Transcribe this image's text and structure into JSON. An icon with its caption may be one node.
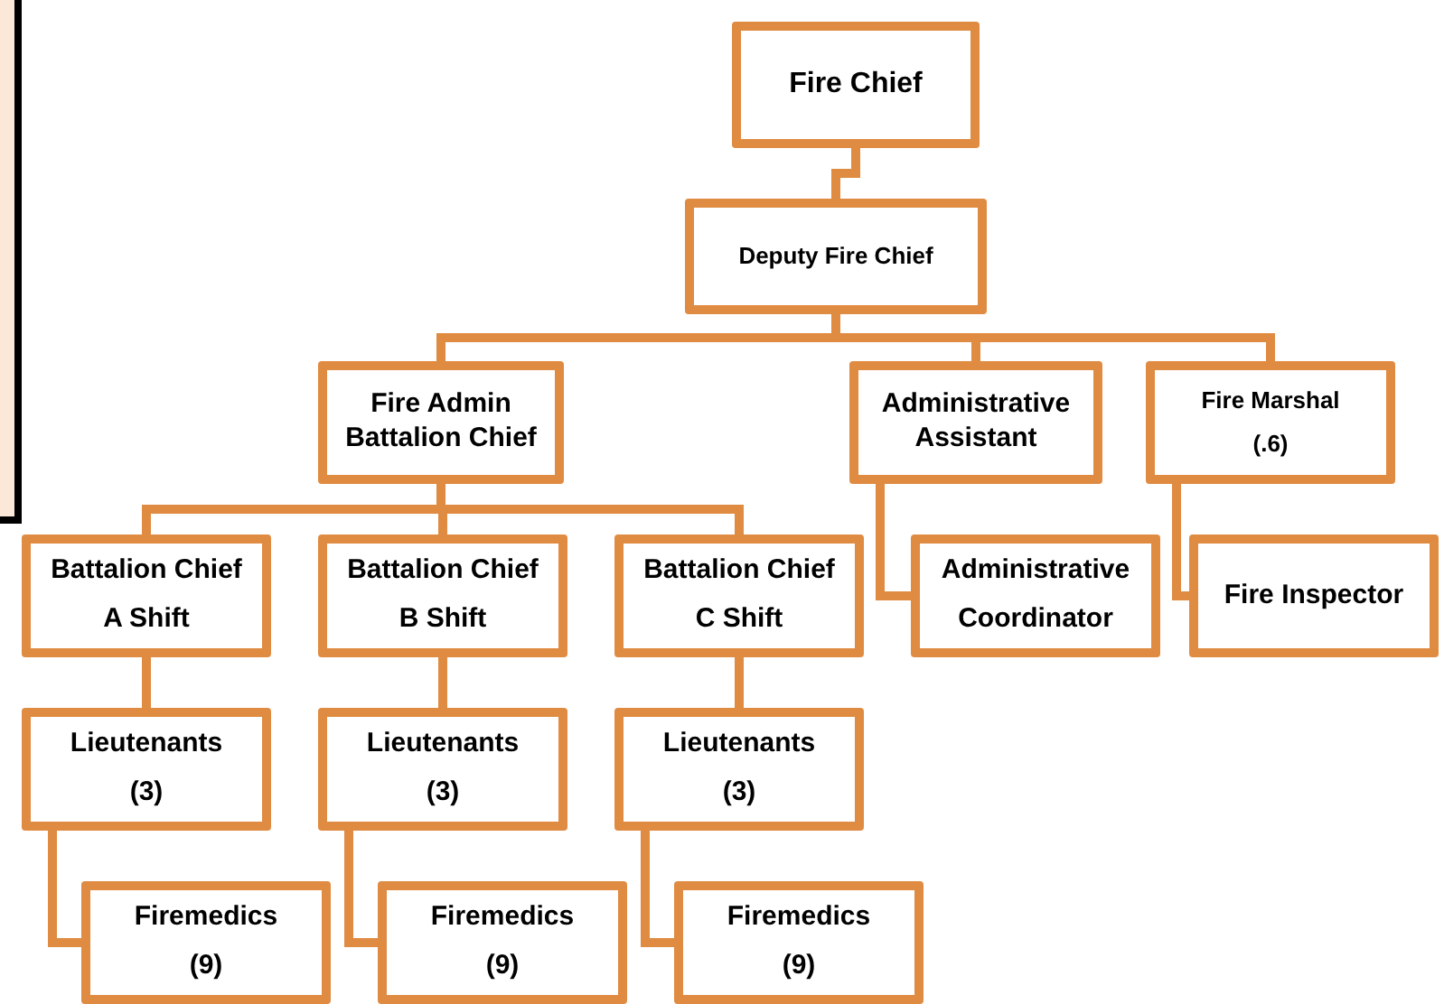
{
  "diagram": {
    "nodes": [
      {
        "text": [
          "Fire Chief"
        ]
      },
      {
        "text": [
          "Deputy Fire Chief"
        ]
      },
      {
        "text": [
          "Fire Admin Battalion Chief"
        ]
      },
      {
        "text": [
          "Administrative Assistant"
        ]
      },
      {
        "text": [
          "Fire Marshal",
          "(.6)"
        ]
      },
      {
        "text": [
          "Battalion Chief",
          "A Shift"
        ]
      },
      {
        "text": [
          "Battalion Chief",
          "B Shift"
        ]
      },
      {
        "text": [
          "Battalion Chief",
          "C Shift"
        ]
      },
      {
        "text": [
          "Administrative",
          "Coordinator"
        ]
      },
      {
        "text": [
          "Fire Inspector"
        ]
      },
      {
        "text": [
          "Lieutenants",
          "(3)"
        ]
      },
      {
        "text": [
          "Lieutenants",
          "(3)"
        ]
      },
      {
        "text": [
          "Lieutenants",
          "(3)"
        ]
      },
      {
        "text": [
          "Firemedics",
          "(9)"
        ]
      },
      {
        "text": [
          "Firemedics",
          "(9)"
        ]
      },
      {
        "text": [
          "Firemedics",
          "(9)"
        ]
      }
    ],
    "edges": [
      {
        "from": 0,
        "to": 1,
        "arrow": "none"
      },
      {
        "from": 1,
        "to": 2,
        "arrow": "none"
      },
      {
        "from": 1,
        "to": 3,
        "arrow": "none"
      },
      {
        "from": 1,
        "to": 4,
        "arrow": "none"
      },
      {
        "from": 2,
        "to": 5,
        "arrow": "none"
      },
      {
        "from": 2,
        "to": 6,
        "arrow": "none"
      },
      {
        "from": 2,
        "to": 7,
        "arrow": "none"
      },
      {
        "from": 3,
        "to": 8,
        "arrow": "none"
      },
      {
        "from": 4,
        "to": 9,
        "arrow": "none"
      },
      {
        "from": 5,
        "to": 10,
        "arrow": "none"
      },
      {
        "from": 6,
        "to": 11,
        "arrow": "none"
      },
      {
        "from": 7,
        "to": 12,
        "arrow": "none"
      },
      {
        "from": 10,
        "to": 13,
        "arrow": "none"
      },
      {
        "from": 11,
        "to": 14,
        "arrow": "none"
      },
      {
        "from": 12,
        "to": 15,
        "arrow": "none"
      }
    ]
  }
}
